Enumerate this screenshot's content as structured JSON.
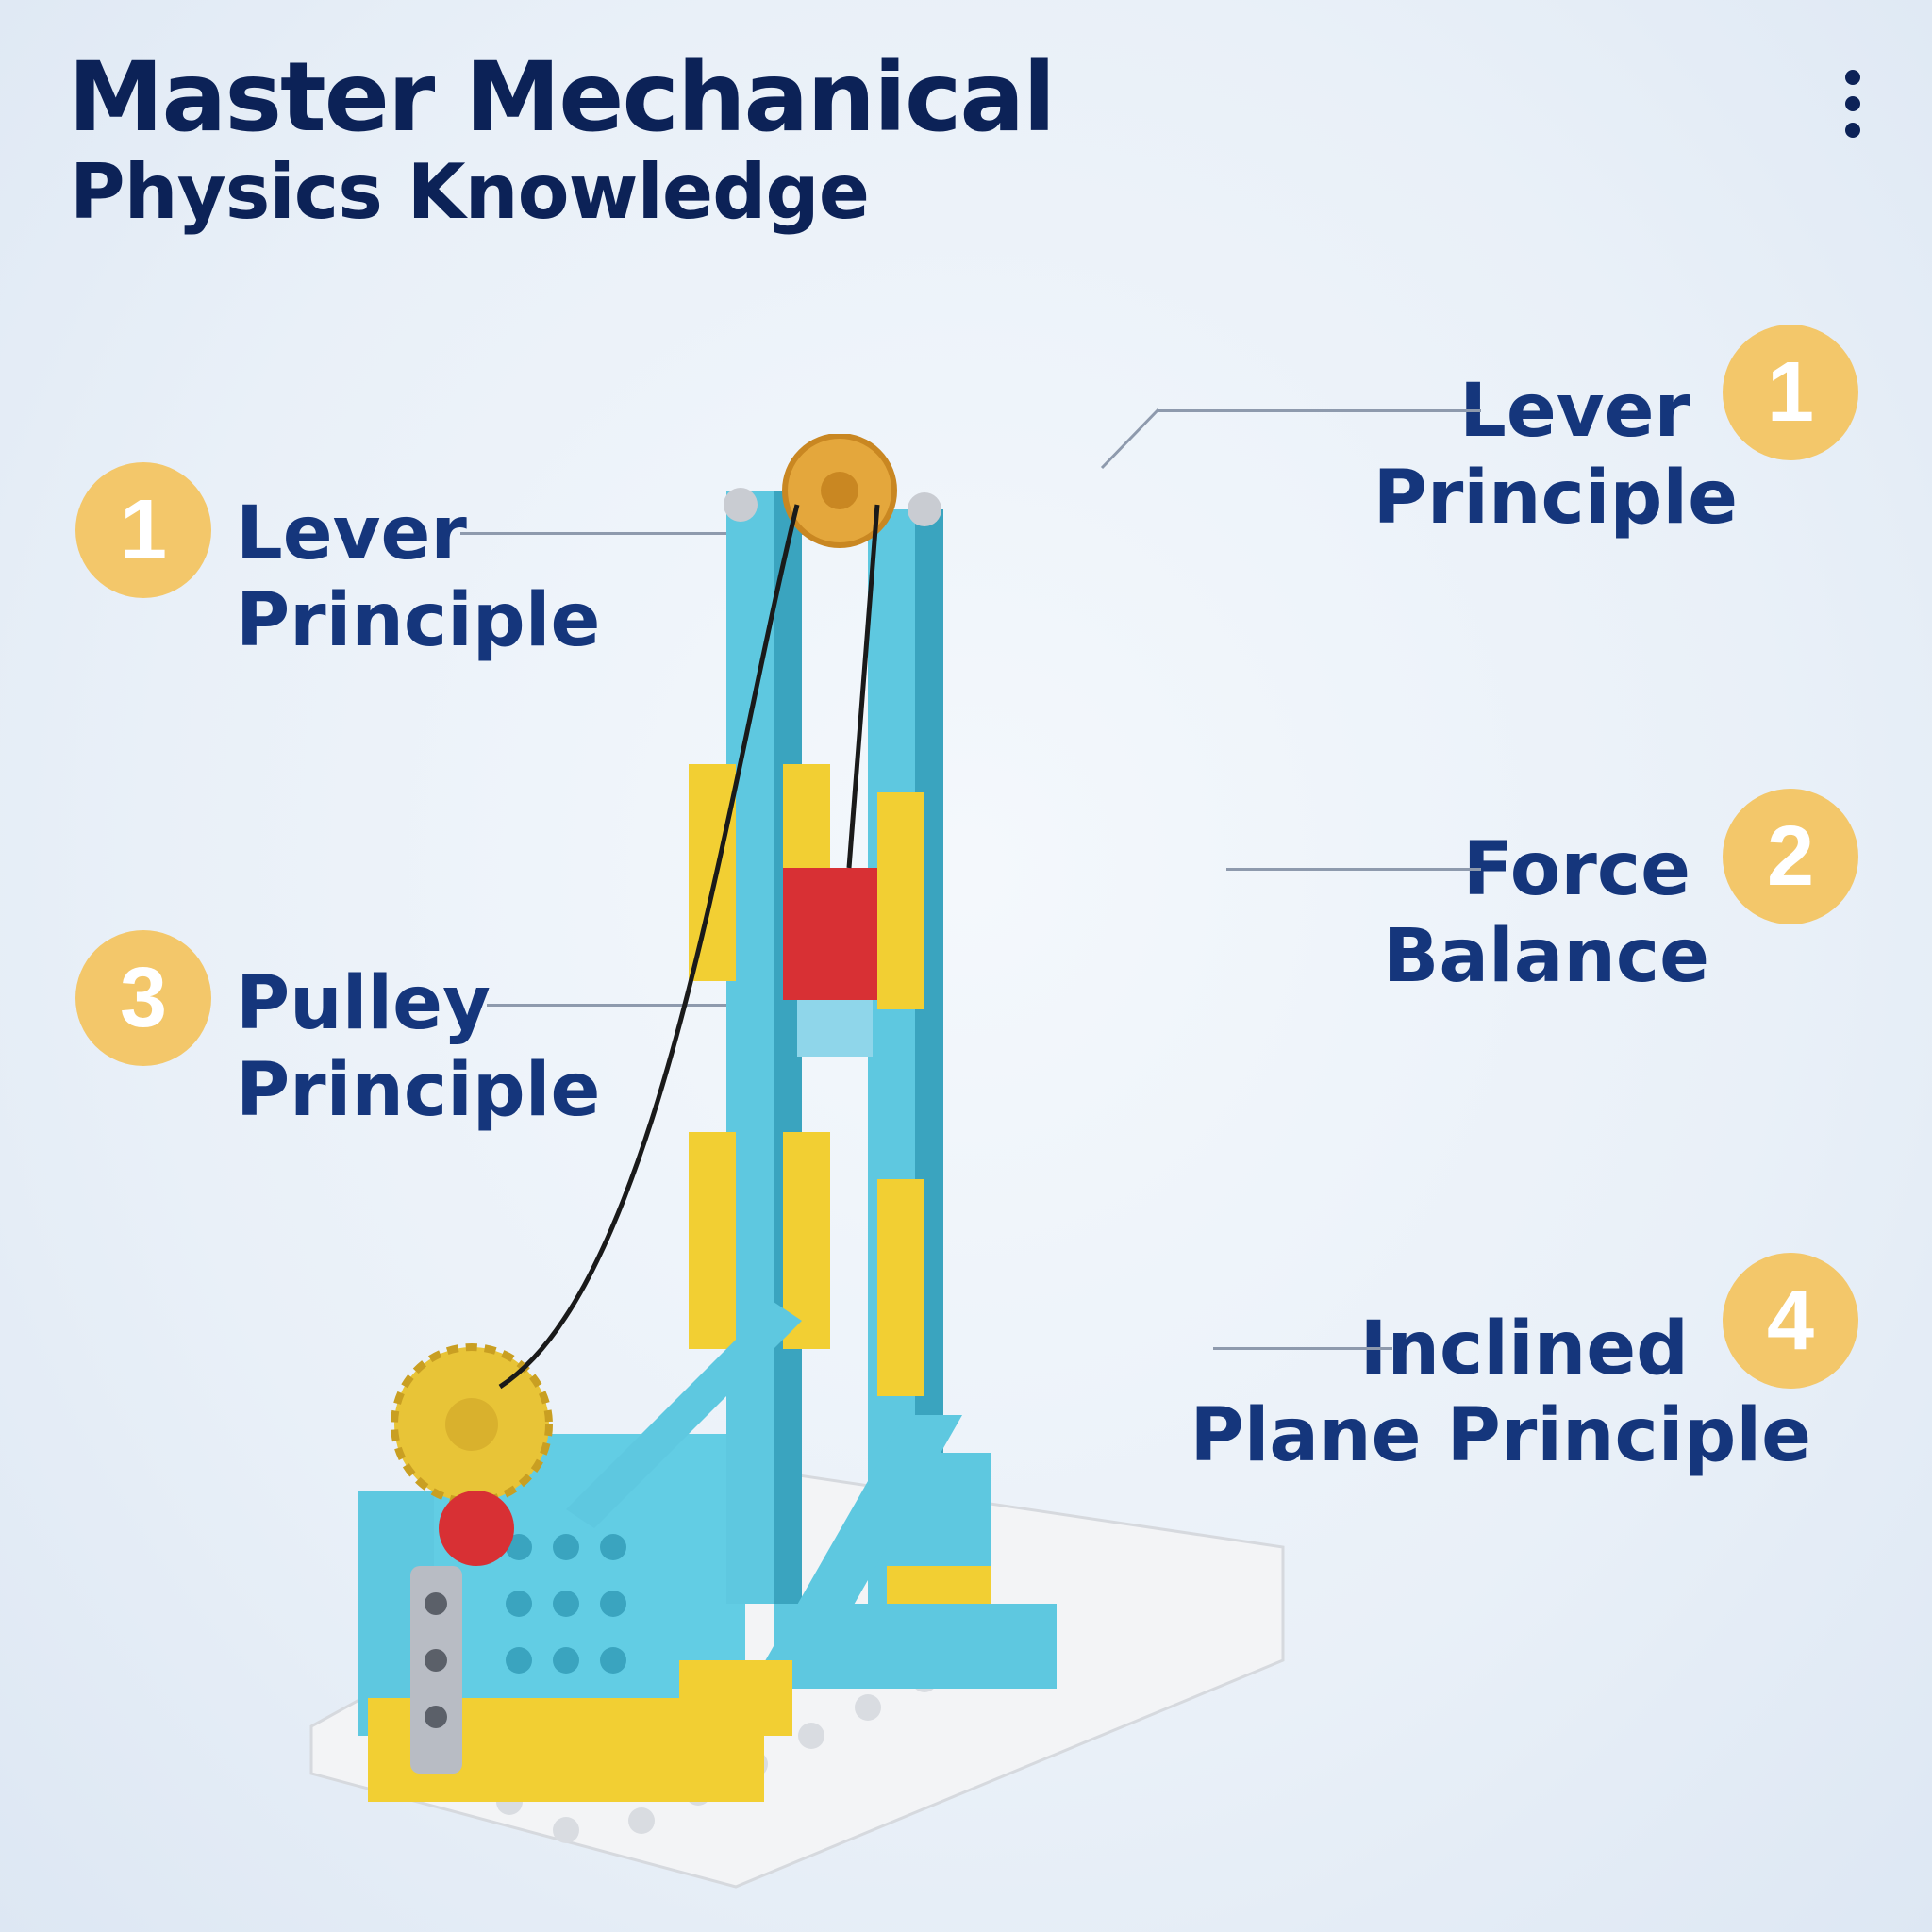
{
  "title": {
    "line1": "Master Mechanical",
    "line2": "Physics Knowledge"
  },
  "menu": {
    "icon": "more-vertical-icon"
  },
  "callouts": [
    {
      "number": "1",
      "line1": "Lever",
      "line2": "Principle"
    },
    {
      "number": "3",
      "line1": "Pulley",
      "line2": "Principle"
    },
    {
      "number": "1",
      "line1": "Lever",
      "line2": "Principle"
    },
    {
      "number": "2",
      "line1": "Force",
      "line2": "Balance"
    },
    {
      "number": "4",
      "line1": "Inclined",
      "line2": "Plane Principle"
    }
  ],
  "colors": {
    "title": "#0c2257",
    "label": "#15367c",
    "badge": "#f3c76a",
    "brick_blue": "#5ec8e0",
    "brick_yellow": "#f2cf33"
  }
}
